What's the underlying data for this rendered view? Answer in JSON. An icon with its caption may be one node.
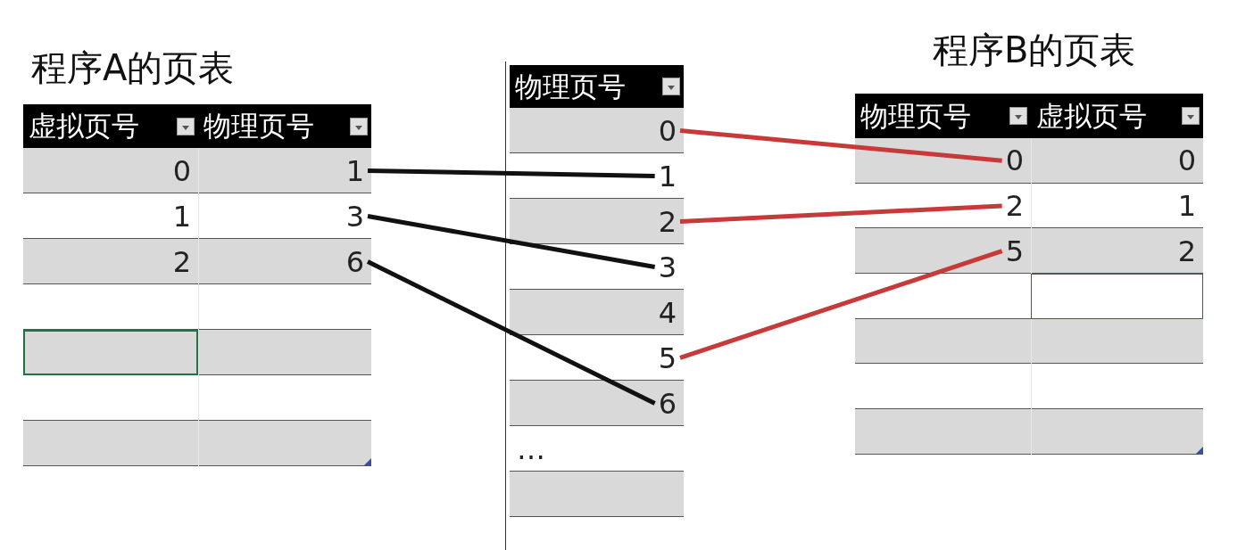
{
  "diagram": {
    "nodes": [
      {
        "text": [
          "程序A的页表"
        ]
      },
      {
        "text": [
          "虚拟页号"
        ],
        "in": 0
      },
      {
        "text": [
          "物理页号"
        ],
        "in": 0
      },
      {
        "text": [
          "0"
        ],
        "in": 0
      },
      {
        "text": [
          "1"
        ],
        "in": 0
      },
      {
        "text": [
          "1"
        ],
        "in": 0
      },
      {
        "text": [
          "3"
        ],
        "in": 0
      },
      {
        "text": [
          "2"
        ],
        "in": 0
      },
      {
        "text": [
          "6"
        ],
        "in": 0
      },
      {
        "text": [],
        "shape": "box"
      },
      {
        "text": [
          "物理页号"
        ],
        "in": 9
      },
      {
        "text": [
          "0"
        ],
        "in": 9
      },
      {
        "text": [
          "1"
        ],
        "in": 9
      },
      {
        "text": [
          "2"
        ],
        "in": 9
      },
      {
        "text": [
          "3"
        ],
        "in": 9
      },
      {
        "text": [
          "4"
        ],
        "in": 9
      },
      {
        "text": [
          "5"
        ],
        "in": 9
      },
      {
        "text": [
          "6"
        ],
        "in": 9
      },
      {
        "text": [
          "…"
        ],
        "in": 9
      },
      {
        "text": [
          "程序B的页表"
        ]
      },
      {
        "text": [
          "物理页号"
        ],
        "in": 19
      },
      {
        "text": [
          "虚拟页号"
        ],
        "in": 19
      },
      {
        "text": [
          "0"
        ],
        "in": 19
      },
      {
        "text": [
          "0"
        ],
        "in": 19
      },
      {
        "text": [
          "2"
        ],
        "in": 19
      },
      {
        "text": [
          "1"
        ],
        "in": 19
      },
      {
        "text": [
          "5"
        ],
        "in": 19
      },
      {
        "text": [
          "2"
        ],
        "in": 19
      }
    ],
    "edges": [
      {
        "from": 4,
        "to": 12,
        "arrow": "none"
      },
      {
        "from": 6,
        "to": 14,
        "arrow": "none"
      },
      {
        "from": 8,
        "to": 17,
        "arrow": "none"
      },
      {
        "from": 11,
        "to": 22,
        "arrow": "none",
        "color": "#c83a3a"
      },
      {
        "from": 13,
        "to": 24,
        "arrow": "none",
        "color": "#c83a3a"
      },
      {
        "from": 16,
        "to": 26,
        "arrow": "none",
        "color": "#c83a3a"
      }
    ]
  }
}
